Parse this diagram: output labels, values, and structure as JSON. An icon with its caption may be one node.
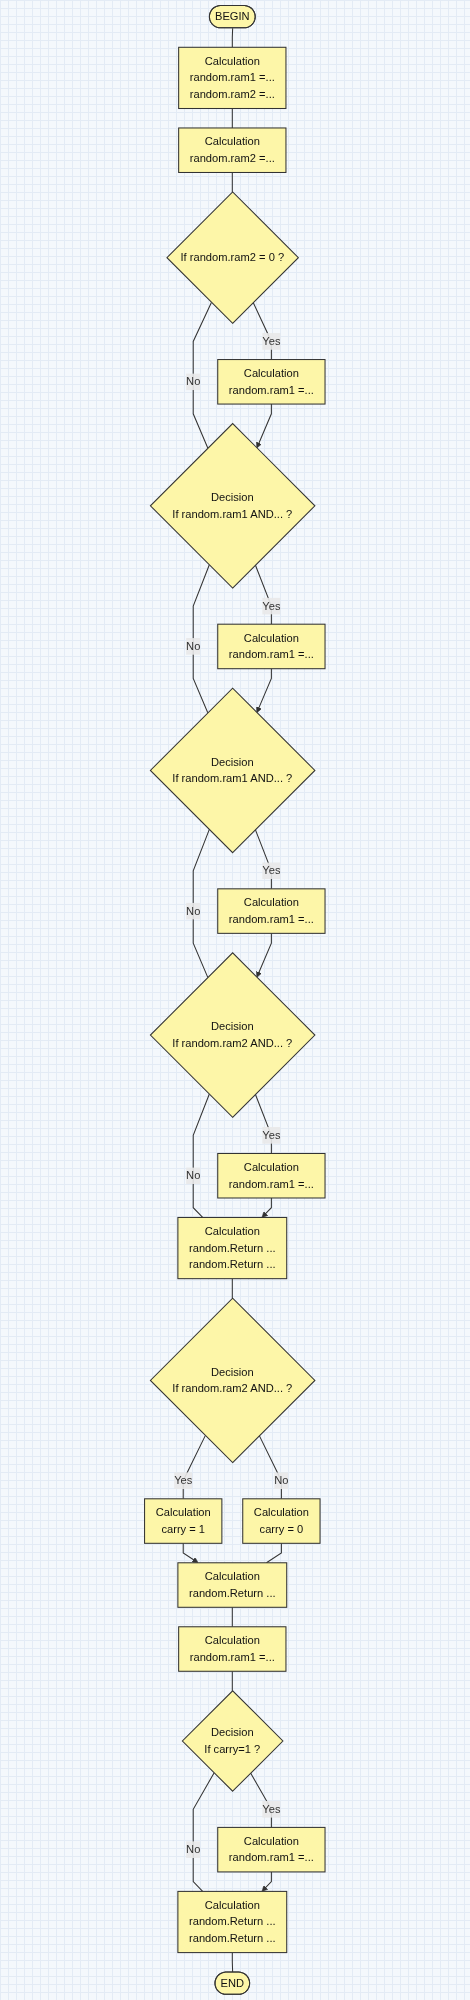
{
  "diagram": {
    "nodes": [
      {
        "text": [
          "BEGIN"
        ]
      },
      {
        "text": [
          "Calculation",
          "random.ram1 =...",
          "random.ram2 =..."
        ]
      },
      {
        "text": [
          "Calculation",
          "random.ram2 =..."
        ]
      },
      {
        "text": [
          "If random.ram2 = 0 ?"
        ]
      },
      {
        "text": [
          "Calculation",
          "random.ram1 =..."
        ]
      },
      {
        "text": [
          "Decision",
          "If random.ram1 AND... ?"
        ]
      },
      {
        "text": [
          "Calculation",
          "random.ram1 =..."
        ]
      },
      {
        "text": [
          "Decision",
          "If random.ram1 AND... ?"
        ]
      },
      {
        "text": [
          "Calculation",
          "random.ram1 =..."
        ]
      },
      {
        "text": [
          "Decision",
          "If random.ram2 AND... ?"
        ]
      },
      {
        "text": [
          "Calculation",
          "random.ram1 =..."
        ]
      },
      {
        "text": [
          "Calculation",
          "random.Return ...",
          "random.Return ..."
        ]
      },
      {
        "text": [
          "Decision",
          "If random.ram2 AND... ?"
        ]
      },
      {
        "text": [
          "Calculation",
          "carry = 1"
        ]
      },
      {
        "text": [
          "Calculation",
          "carry = 0"
        ]
      },
      {
        "text": [
          "Calculation",
          "random.Return ..."
        ]
      },
      {
        "text": [
          "Calculation",
          "random.ram1 =..."
        ]
      },
      {
        "text": [
          "Decision",
          "If carry=1 ?"
        ]
      },
      {
        "text": [
          "Calculation",
          "random.ram1 =..."
        ]
      },
      {
        "text": [
          "Calculation",
          "random.Return ...",
          "random.Return ..."
        ]
      },
      {
        "text": [
          "END"
        ]
      }
    ],
    "edges": [
      {
        "from": 0,
        "to": 1,
        "arrow": "none"
      },
      {
        "from": 1,
        "to": 2,
        "arrow": "none"
      },
      {
        "from": 2,
        "to": 3,
        "arrow": "none"
      },
      {
        "from": 3,
        "to": 4,
        "arrow": "none",
        "label": "Yes"
      },
      {
        "from": 3,
        "to": 5,
        "arrow": "none",
        "label": "No"
      },
      {
        "from": 4,
        "to": 5,
        "arrow": "to"
      },
      {
        "from": 5,
        "to": 6,
        "arrow": "none",
        "label": "Yes"
      },
      {
        "from": 5,
        "to": 7,
        "arrow": "none",
        "label": "No"
      },
      {
        "from": 6,
        "to": 7,
        "arrow": "to"
      },
      {
        "from": 7,
        "to": 8,
        "arrow": "none",
        "label": "Yes"
      },
      {
        "from": 7,
        "to": 9,
        "arrow": "none",
        "label": "No"
      },
      {
        "from": 8,
        "to": 9,
        "arrow": "to"
      },
      {
        "from": 9,
        "to": 10,
        "arrow": "none",
        "label": "Yes"
      },
      {
        "from": 9,
        "to": 11,
        "arrow": "none",
        "label": "No"
      },
      {
        "from": 10,
        "to": 11,
        "arrow": "to"
      },
      {
        "from": 11,
        "to": 12,
        "arrow": "none"
      },
      {
        "from": 12,
        "to": 13,
        "arrow": "none",
        "label": "Yes"
      },
      {
        "from": 12,
        "to": 14,
        "arrow": "none",
        "label": "No"
      },
      {
        "from": 13,
        "to": 15,
        "arrow": "to"
      },
      {
        "from": 14,
        "to": 15,
        "arrow": "none"
      },
      {
        "from": 15,
        "to": 16,
        "arrow": "none"
      },
      {
        "from": 16,
        "to": 17,
        "arrow": "none"
      },
      {
        "from": 17,
        "to": 18,
        "arrow": "none",
        "label": "Yes"
      },
      {
        "from": 17,
        "to": 19,
        "arrow": "none",
        "label": "No"
      },
      {
        "from": 18,
        "to": 19,
        "arrow": "to"
      },
      {
        "from": 19,
        "to": 20,
        "arrow": "none"
      }
    ]
  }
}
